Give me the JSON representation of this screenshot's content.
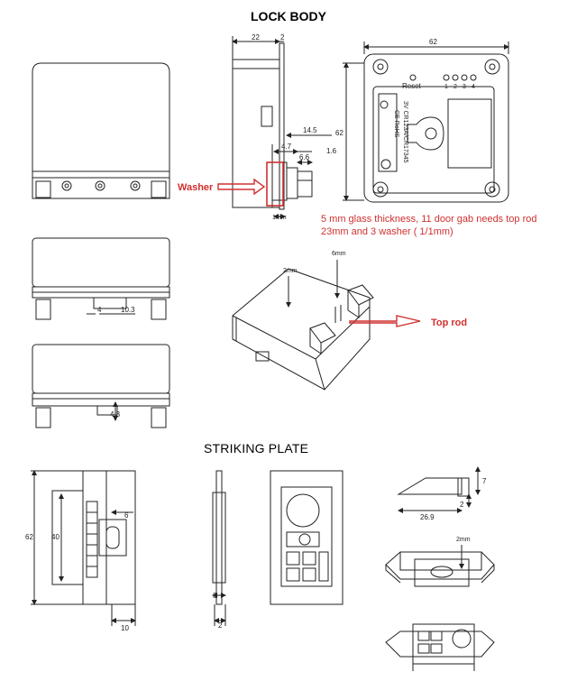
{
  "titles": {
    "lock_body": "LOCK BODY",
    "striking_plate": "STRIKING PLATE"
  },
  "annotations": {
    "washer": "Washer",
    "top_rod": "Top rod",
    "note": "5 mm glass thickness, 11 door gab needs top rod 23mm and 3 washer ( 1/1mm)"
  },
  "dimensions": {
    "side_width": "22",
    "side_plate": "2",
    "front_width": "62",
    "front_height": "62",
    "d14_5": "14.5",
    "d4_7": "4.7",
    "d1_6": "1.6",
    "d6_6": "6.6",
    "d1mm": "1mm",
    "d4": "4",
    "d10_3": "10.3",
    "d4_3": "4.3",
    "iso_2mm": "2mm",
    "iso_6mm": "6mm",
    "sp_62": "62",
    "sp_40": "40",
    "sp_6": "6",
    "sp_10": "10",
    "sp_3": "3",
    "sp_2": "2",
    "sp_7": "7",
    "sp_2b": "2",
    "sp_26_9": "26.9",
    "sp_2mm": "2mm"
  },
  "panel": {
    "reset": "Reset",
    "leds": [
      "1",
      "2",
      "3",
      "4"
    ],
    "battery": "3V CR123A/CR17345",
    "marks": "CE RoHS"
  }
}
